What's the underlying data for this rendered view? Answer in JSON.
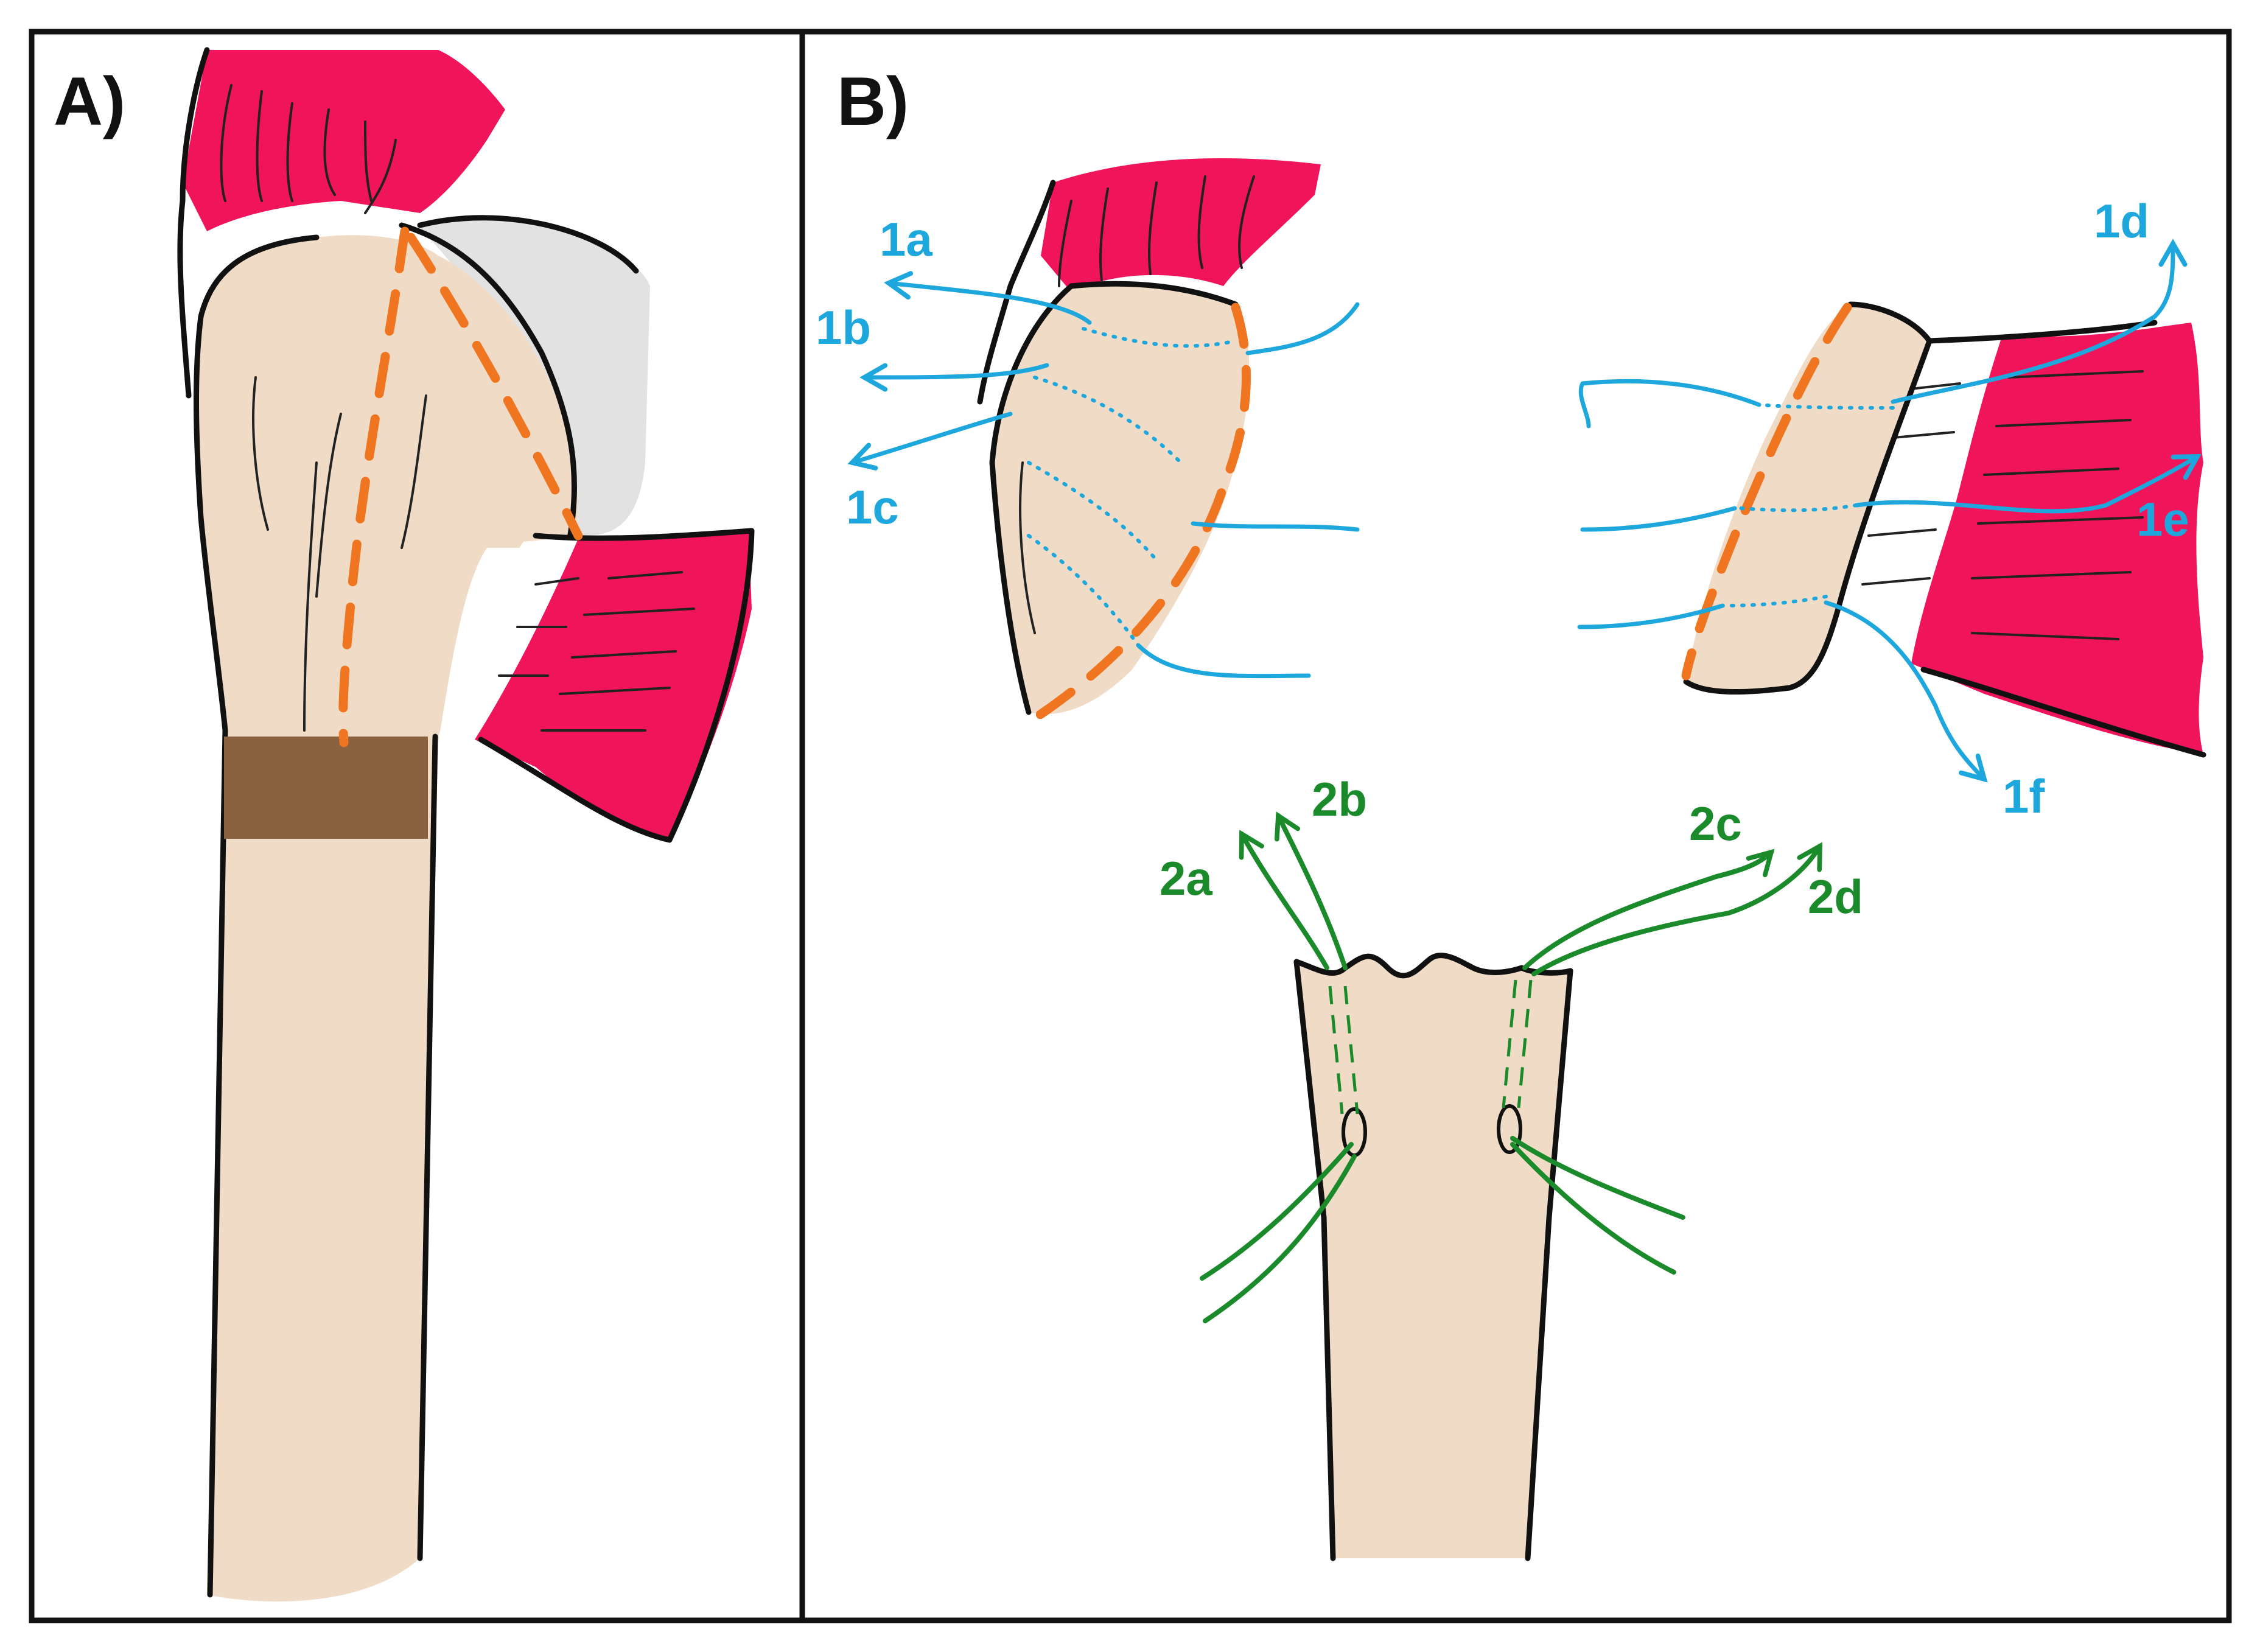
{
  "panels": {
    "a": {
      "label": "A)"
    },
    "b": {
      "label": "B)"
    }
  },
  "suture_labels": {
    "s1a": "1a",
    "s1b": "1b",
    "s1c": "1c",
    "s1d": "1d",
    "s1e": "1e",
    "s1f": "1f",
    "s2a": "2a",
    "s2b": "2b",
    "s2c": "2c",
    "s2d": "2d"
  },
  "colors": {
    "bone": "#f0dcc6",
    "muscle": "#f0145a",
    "tendon": "#ffffff",
    "cartilage": "#e2e2e2",
    "band": "#8b6240",
    "osteotomy_line": "#f07520",
    "suture_set_1": "#1ea7dc",
    "suture_set_2": "#1a8a2a"
  }
}
